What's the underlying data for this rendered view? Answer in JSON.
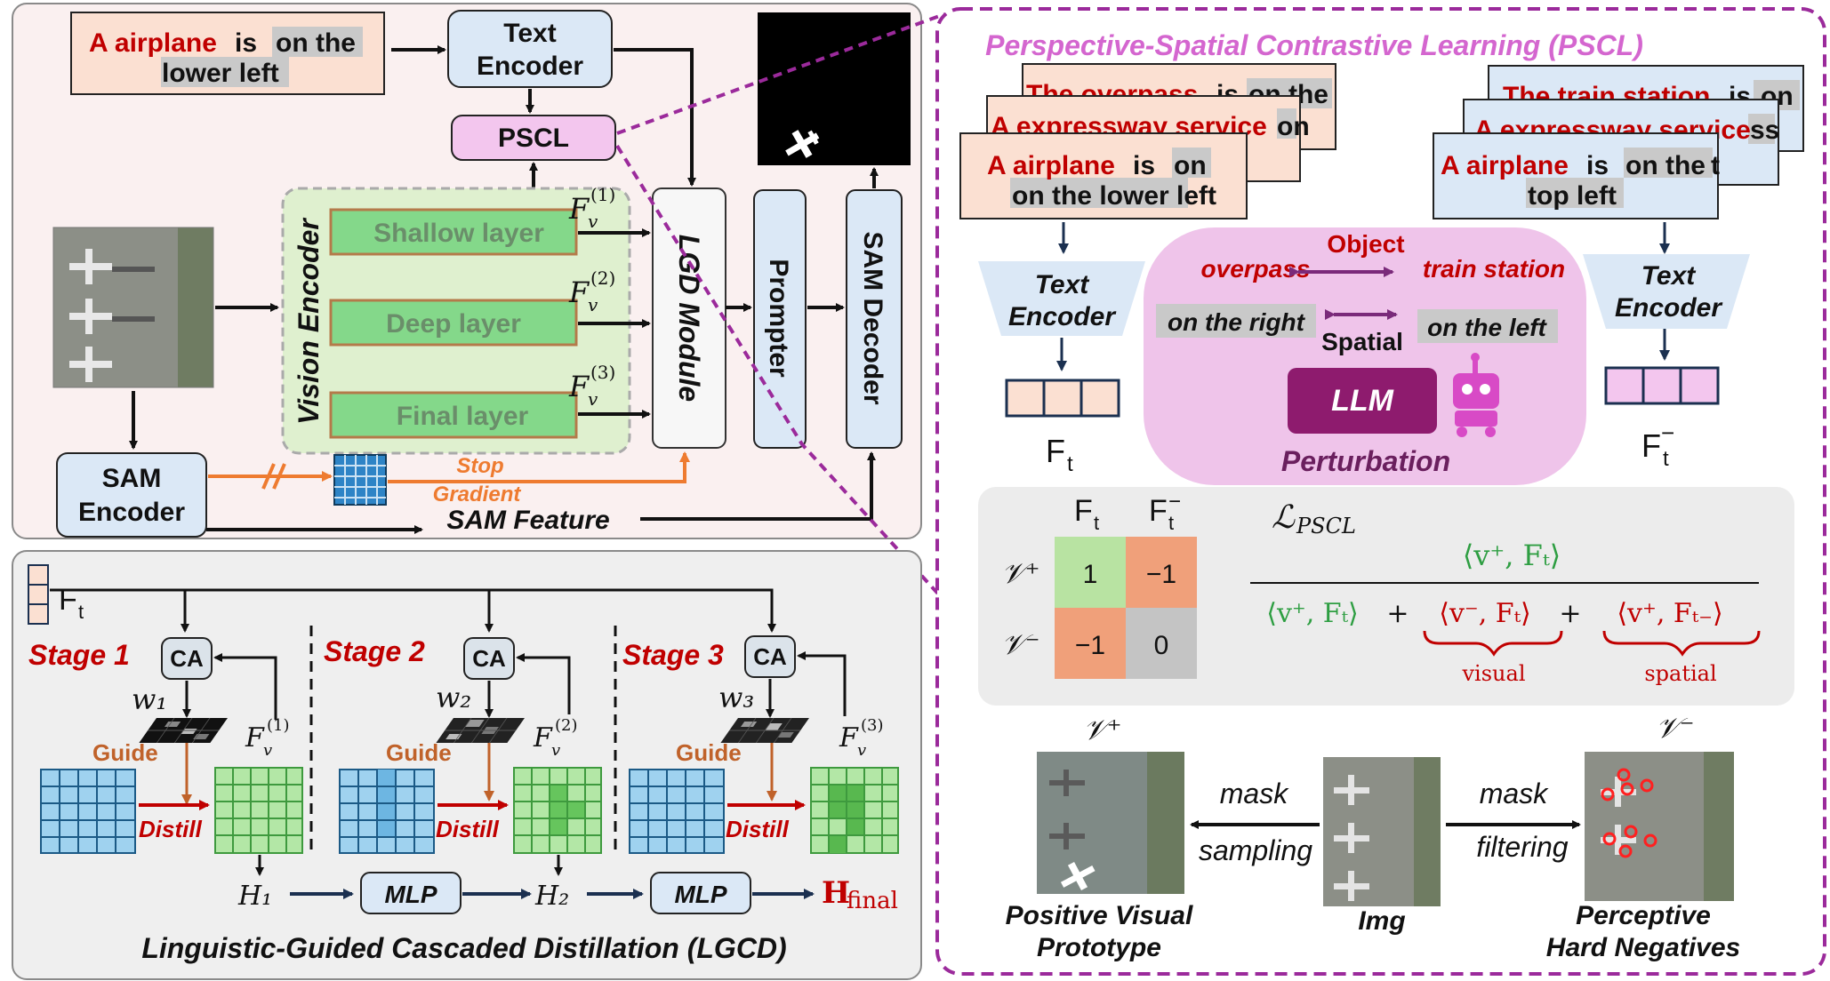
{
  "top_left": {
    "caption_red": "A airplane",
    "caption_is": "is",
    "caption_gray1": "on the",
    "caption_gray2": "lower left",
    "text_encoder_1": "Text",
    "text_encoder_2": "Encoder",
    "pscl": "PSCL",
    "vision_encoder": "Vision Encoder",
    "shallow_layer": "Shallow layer",
    "deep_layer": "Deep layer",
    "final_layer": "Final layer",
    "fv_sym": "F",
    "fv_sub": "v",
    "fv1_sup": "(1)",
    "fv2_sup": "(2)",
    "fv3_sup": "(3)",
    "lgd_module": "LGD Module",
    "prompter": "Prompter",
    "sam_decoder": "SAM Decoder",
    "sam_encoder_1": "SAM",
    "sam_encoder_2": "Encoder",
    "stop": "Stop",
    "gradient": "Gradient",
    "sam_feature": "SAM Feature"
  },
  "bottom_left": {
    "ft_sym": "F",
    "ft_sub": "t",
    "stage1": "Stage 1",
    "stage2": "Stage 2",
    "stage3": "Stage 3",
    "ca": "CA",
    "w1": "w₁",
    "w2": "w₂",
    "w3": "w₃",
    "guide": "Guide",
    "distill": "Distill",
    "h1": "H₁",
    "h2": "H₂",
    "h_final_main": "H",
    "h_final_sub": "final",
    "mlp": "MLP",
    "title": "Linguistic-Guided Cascaded Distillation  (LGCD)"
  },
  "right_panel": {
    "title": "Perspective-Spatial Contrastive Learning (PSCL)",
    "pos_card_back2": {
      "red": "The overpass",
      "black": "is",
      "gray": "on the"
    },
    "pos_card_back1": {
      "red": "A expressway service",
      "gray": "on"
    },
    "pos_card_front": {
      "red": "A airplane",
      "is": "is",
      "gray1": "on",
      "gray2": "on the lower left"
    },
    "neg_card_back2": {
      "red": "The train station",
      "black": "is",
      "gray": "on"
    },
    "neg_card_back1": {
      "red": "A expressway service",
      "gray": "ss"
    },
    "neg_card_front": {
      "red": "A airplane",
      "is": "is",
      "gray1": "on the",
      "gray2": "top left",
      "stub": "t"
    },
    "text_encoder_1": "Text",
    "text_encoder_2": "Encoder",
    "ft_label": "F",
    "ft_sub": "t",
    "ftneg_label": "F",
    "ftneg_sub": "t",
    "ftneg_sup": "−",
    "object": "Object",
    "overpass": "overpass",
    "train_station": "train station",
    "on_the_right": "on the right",
    "on_the_left": "on the left",
    "spatial": "Spatial",
    "llm": "LLM",
    "perturbation": "Perturbation",
    "matrix_col1": "F",
    "matrix_col2": "F",
    "matrix_sub": "t",
    "matrix_sup": "−",
    "row_pos": "𝒱⁺",
    "row_neg": "𝒱⁻",
    "m11": "1",
    "m12": "−1",
    "m21": "−1",
    "m22": "0",
    "loss_label": "ℒ",
    "loss_sub": "PSCL",
    "numerator": "⟨v⁺, Fₜ⟩",
    "den_term1": "⟨v⁺, Fₜ⟩",
    "plus": "+",
    "den_term2": "⟨v⁻, Fₜ⟩",
    "den_term3": "⟨v⁺, Fₜ₋⟩",
    "visual": "visual",
    "spatial_brace": "spatial",
    "v_pos": "𝒱⁺",
    "v_neg": "𝒱⁻",
    "mask1": "mask",
    "sampling": "sampling",
    "mask2": "mask",
    "filtering": "filtering",
    "positive_1": "Positive Visual",
    "positive_2": "Prototype",
    "img": "Img",
    "negatives_1": "Perceptive",
    "negatives_2": "Hard Negatives"
  },
  "colors": {
    "panel_pink_bg": "#faf0f0",
    "panel_gray_bg": "#efefef",
    "peach": "#fbe0d2",
    "light_blue": "#dbe8f6",
    "pscl_pink": "#f3c6ee",
    "green_layer": "#84d88a",
    "orange_arrow": "#ee7b30",
    "dark_red": "#c00000",
    "purple_dash": "#9b2a9b",
    "pscl_title": "#d466cf",
    "llm_purple": "#8e1b6e",
    "teal_dark": "#1b3050"
  }
}
